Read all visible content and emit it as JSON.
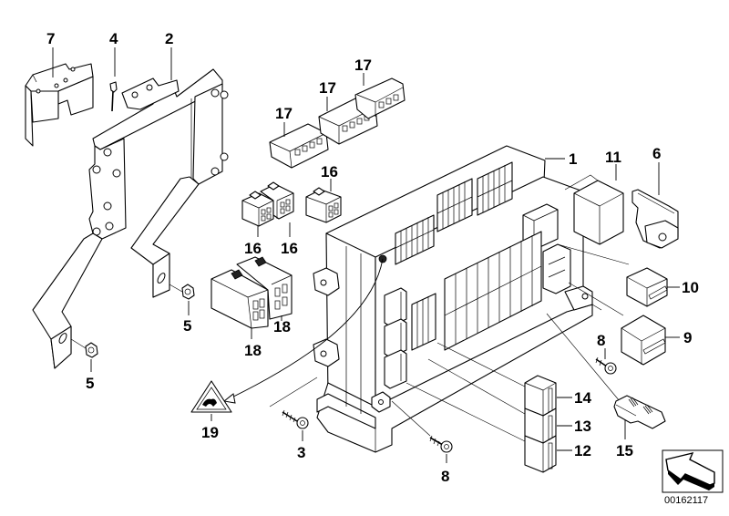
{
  "diagram": {
    "title": "Power distribution box / fuse carrier assembly (exploded parts view)",
    "reference_number": "00162117",
    "callouts": [
      {
        "id": "1",
        "part": "power-distribution-box"
      },
      {
        "id": "2",
        "part": "mounting-bracket-frame"
      },
      {
        "id": "3",
        "part": "screw"
      },
      {
        "id": "4",
        "part": "expanding-rivet"
      },
      {
        "id": "5",
        "part": "hex-nut"
      },
      {
        "id": "5",
        "part": "hex-nut"
      },
      {
        "id": "6",
        "part": "bracket-clip"
      },
      {
        "id": "7",
        "part": "holder-bracket"
      },
      {
        "id": "8",
        "part": "screw"
      },
      {
        "id": "8",
        "part": "screw"
      },
      {
        "id": "9",
        "part": "relay-large"
      },
      {
        "id": "10",
        "part": "relay-small"
      },
      {
        "id": "11",
        "part": "relay-cube"
      },
      {
        "id": "12",
        "part": "relay-module"
      },
      {
        "id": "13",
        "part": "relay-module"
      },
      {
        "id": "14",
        "part": "relay-module"
      },
      {
        "id": "15",
        "part": "fuse-clip"
      },
      {
        "id": "16",
        "part": "connector-housing-4pin"
      },
      {
        "id": "16",
        "part": "connector-housing-4pin"
      },
      {
        "id": "16",
        "part": "connector-housing-4pin"
      },
      {
        "id": "17",
        "part": "connector-housing-strip"
      },
      {
        "id": "17",
        "part": "connector-housing-strip"
      },
      {
        "id": "17",
        "part": "connector-housing-strip"
      },
      {
        "id": "18",
        "part": "connector-housing-block"
      },
      {
        "id": "18",
        "part": "connector-housing-block"
      },
      {
        "id": "19",
        "part": "warning-label"
      }
    ],
    "labels": {
      "l1": "1",
      "l2": "2",
      "l3": "3",
      "l4": "4",
      "l5a": "5",
      "l5b": "5",
      "l6": "6",
      "l7": "7",
      "l8a": "8",
      "l8b": "8",
      "l9": "9",
      "l10": "10",
      "l11": "11",
      "l12": "12",
      "l13": "13",
      "l14": "14",
      "l15": "15",
      "l16a": "16",
      "l16b": "16",
      "l16c": "16",
      "l17a": "17",
      "l17b": "17",
      "l17c": "17",
      "l18a": "18",
      "l18b": "18",
      "l19": "19"
    },
    "nav_icon": "isometric-arrow-icon"
  }
}
